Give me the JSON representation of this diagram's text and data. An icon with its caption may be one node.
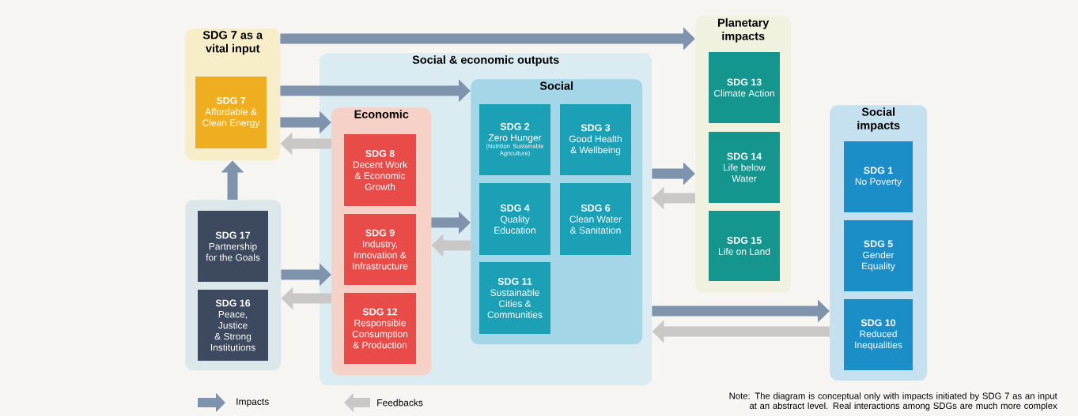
{
  "diagram": {
    "nodes": [
      {
        "text": [
          "SDG 7 as a vital input"
        ]
      },
      {
        "text": [
          "SDG 7",
          "Affordable & Clean Energy"
        ],
        "in": 0
      },
      {
        "text": [],
        "shape": "box"
      },
      {
        "text": [
          "SDG 17",
          "Partnership for the Goals"
        ],
        "in": 2
      },
      {
        "text": [
          "SDG 16",
          "Peace, Justice & Strong Institutions"
        ],
        "in": 2
      },
      {
        "text": [
          "Social & economic outputs"
        ]
      },
      {
        "text": [
          "Economic"
        ],
        "in": 5
      },
      {
        "text": [
          "SDG 8",
          "Decent Work & Economic Growth"
        ],
        "in": 6
      },
      {
        "text": [
          "SDG 9",
          "Industry, Innovation & Infrastructure"
        ],
        "in": 6
      },
      {
        "text": [
          "SDG 12",
          "Responsible Consumption & Production"
        ],
        "in": 6
      },
      {
        "text": [
          "Social"
        ],
        "in": 5
      },
      {
        "text": [
          "SDG 2",
          "Zero Hunger",
          "(Nutrition Sustainable Agriculture)"
        ],
        "in": 10
      },
      {
        "text": [
          "SDG 3",
          "Good Health & Wellbeing"
        ],
        "in": 10
      },
      {
        "text": [
          "SDG 4",
          "Quality Education"
        ],
        "in": 10
      },
      {
        "text": [
          "SDG 6",
          "Clean Water & Sanitation"
        ],
        "in": 10
      },
      {
        "text": [
          "SDG 11",
          "Sustainable Cities & Communities"
        ],
        "in": 10
      },
      {
        "text": [
          "Planetary impacts"
        ]
      },
      {
        "text": [
          "SDG 13",
          "Climate Action"
        ],
        "in": 16
      },
      {
        "text": [
          "SDG 14",
          "Life below Water"
        ],
        "in": 16
      },
      {
        "text": [
          "SDG 15",
          "Life on Land"
        ],
        "in": 16
      },
      {
        "text": [
          "Social impacts"
        ]
      },
      {
        "text": [
          "SDG 1",
          "No Poverty"
        ],
        "in": 20
      },
      {
        "text": [
          "SDG 5",
          "Gender Equality"
        ],
        "in": 20
      },
      {
        "text": [
          "SDG 10",
          "Reduced Inequalities"
        ],
        "in": 20
      }
    ],
    "edges": [
      {
        "from": 0,
        "to": 16,
        "arrow": "to"
      },
      {
        "from": 0,
        "to": 10,
        "arrow": "to"
      },
      {
        "from": 0,
        "to": 6,
        "arrow": "to"
      },
      {
        "from": 6,
        "to": 0,
        "arrow": "to",
        "color": "#c9c8c6"
      },
      {
        "from": 2,
        "to": 0,
        "arrow": "to"
      },
      {
        "from": 2,
        "to": 6,
        "arrow": "to"
      },
      {
        "from": 6,
        "to": 2,
        "arrow": "to",
        "color": "#c9c8c6"
      },
      {
        "from": 6,
        "to": 10,
        "arrow": "to"
      },
      {
        "from": 10,
        "to": 6,
        "arrow": "to",
        "color": "#c9c8c6"
      },
      {
        "from": 5,
        "to": 16,
        "arrow": "to"
      },
      {
        "from": 16,
        "to": 5,
        "arrow": "to",
        "color": "#c9c8c6"
      },
      {
        "from": 5,
        "to": 20,
        "arrow": "to"
      },
      {
        "from": 20,
        "to": 5,
        "arrow": "to",
        "color": "#c9c8c6"
      }
    ],
    "labels": [
      "Note: The diagram is conceptual only with impacts initiated by SDG 7 as an input at an abstract level. Real interactions among SDGs are much more complex"
    ],
    "legend": [
      {
        "text": "Impacts"
      },
      {
        "text": "Feedbacks"
      }
    ]
  }
}
